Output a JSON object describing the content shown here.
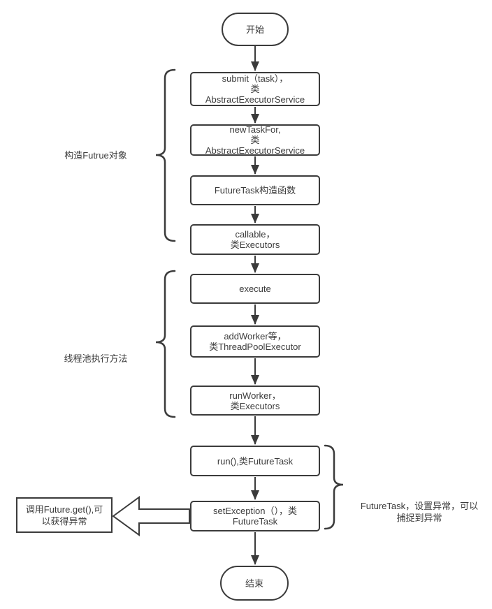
{
  "nodes": {
    "start": "开始",
    "end": "结束"
  },
  "steps": [
    {
      "id": "submit",
      "text": "submit（task），\n类\nAbstractExecutorService"
    },
    {
      "id": "new-task-for",
      "text": "newTaskFor,\n类\nAbstractExecutorService"
    },
    {
      "id": "futuretask-constructor",
      "text": "FutureTask构造函数"
    },
    {
      "id": "callable",
      "text": "callable，\n类Executors"
    },
    {
      "id": "execute",
      "text": "execute"
    },
    {
      "id": "add-worker",
      "text": "addWorker等，\n类ThreadPoolExecutor"
    },
    {
      "id": "run-worker",
      "text": "runWorker，\n类Executors"
    },
    {
      "id": "run",
      "text": "run(),类FutureTask"
    },
    {
      "id": "set-exception",
      "text": "setException（），类\nFutureTask"
    }
  ],
  "annotations": {
    "construct_future_group": "构造Futrue对象",
    "threadpool_group": "线程池执行方法",
    "exception_group": "FutureTask，设置异常，可以\n捕捉到异常",
    "get_exception_note": "调用Future.get(),可\n以获得异常"
  },
  "colors": {
    "line": "#3b3b3b",
    "text": "#3b3b3b",
    "background": "#ffffff",
    "shape_fill": "#ffffff"
  }
}
